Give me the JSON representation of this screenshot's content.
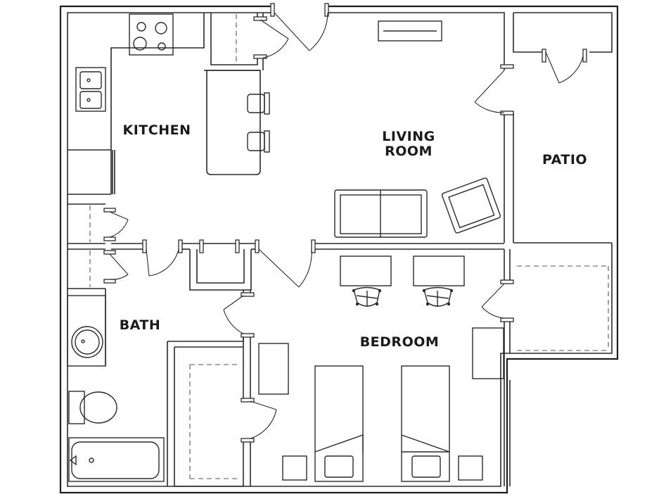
{
  "rooms": {
    "kitchen": "KITCHEN",
    "living_room_line1": "LIVING",
    "living_room_line2": "ROOM",
    "patio": "PATIO",
    "bath": "BATH",
    "bedroom": "BEDROOM"
  },
  "colors": {
    "background": "#ffffff",
    "lines": "#1e1e1e"
  }
}
